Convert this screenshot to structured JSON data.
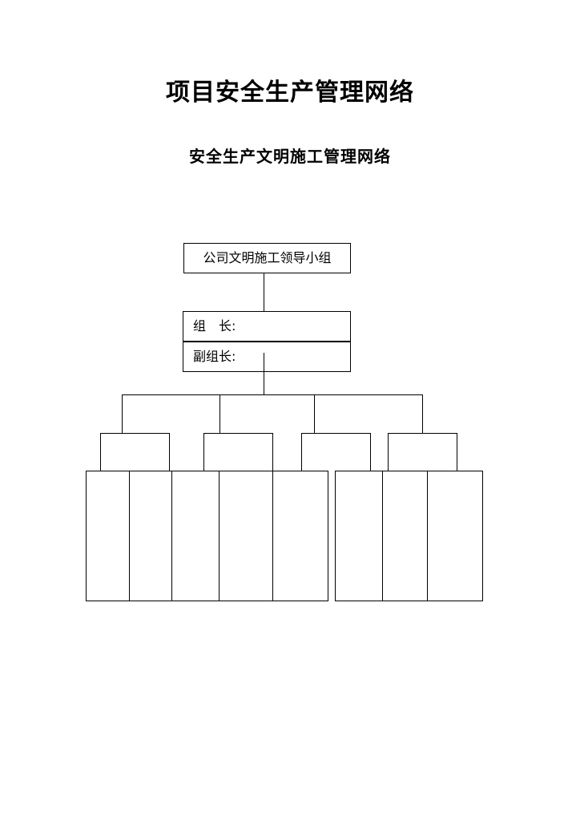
{
  "document": {
    "title": "项目安全生产管理网络",
    "subtitle": "安全生产文明施工管理网络"
  },
  "chart_data": {
    "type": "diagram",
    "diagram_kind": "organization-chart",
    "orientation": "top-down",
    "title": "安全生产文明施工管理网络",
    "root": {
      "label": "公司文明施工领导小组"
    },
    "leader_rows": [
      {
        "label": "组　长:",
        "value": ""
      },
      {
        "label": "副组长:",
        "value": ""
      }
    ],
    "branch_count": 4,
    "leaf_count": 8,
    "leaves": [
      {
        "label": ""
      },
      {
        "label": ""
      },
      {
        "label": ""
      },
      {
        "label": ""
      },
      {
        "label": ""
      },
      {
        "label": ""
      },
      {
        "label": ""
      },
      {
        "label": ""
      }
    ],
    "line_color": "#000000",
    "box_fill": "#ffffff"
  }
}
